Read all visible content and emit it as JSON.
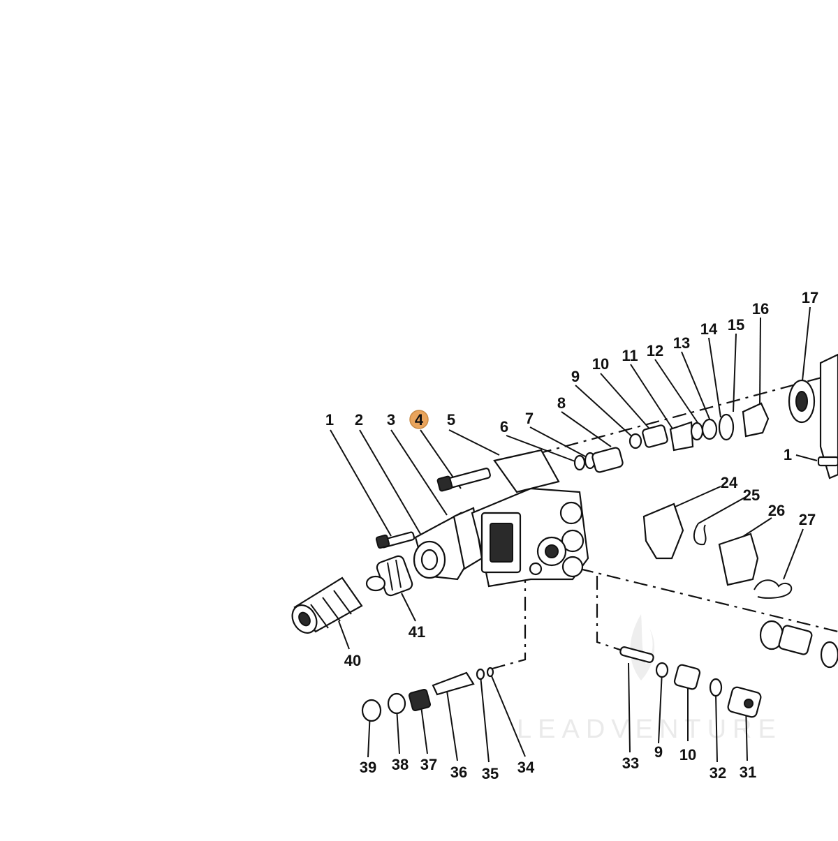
{
  "diagram": {
    "callouts": [
      "1",
      "2",
      "3",
      "4",
      "5",
      "6",
      "7",
      "8",
      "9",
      "10",
      "11",
      "12",
      "13",
      "14",
      "15",
      "16",
      "17",
      "1",
      "24",
      "25",
      "26",
      "27",
      "41",
      "40",
      "39",
      "38",
      "37",
      "36",
      "35",
      "34",
      "33",
      "9",
      "10",
      "32",
      "31"
    ],
    "highlighted": "4",
    "highlight_color": "#e9a45c",
    "ink_color": "#111111",
    "watermark": "LEADVENTURE",
    "watermark_color": "#e8e8e8"
  }
}
